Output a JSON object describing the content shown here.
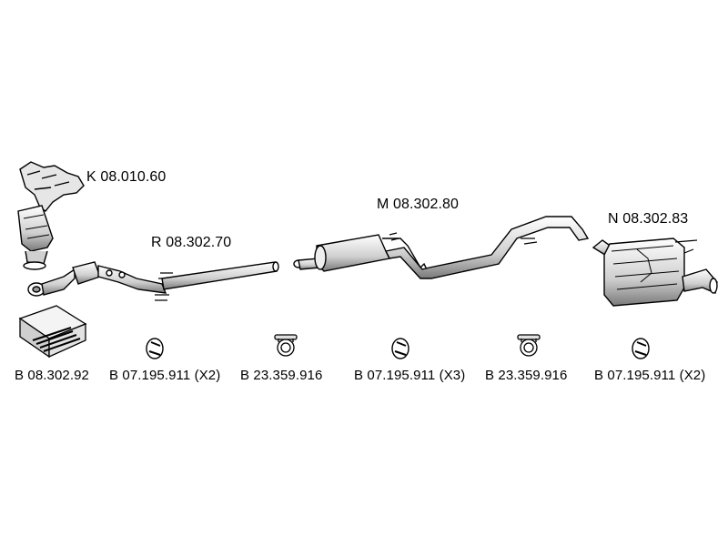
{
  "parts": {
    "manifold_catalyst": {
      "code": "K 08.010.60"
    },
    "front_pipe": {
      "code": "R 08.302.70"
    },
    "middle_silencer": {
      "code": "M 08.302.80"
    },
    "rear_silencer": {
      "code": "N 08.302.83"
    }
  },
  "fittings": [
    {
      "code": "B 08.302.92"
    },
    {
      "code": "B 07.195.911 (X2)"
    },
    {
      "code": "B 23.359.916"
    },
    {
      "code": "B 07.195.911 (X3)"
    },
    {
      "code": "B 23.359.916"
    },
    {
      "code": "B 07.195.911 (X2)"
    }
  ],
  "colors": {
    "line": "#000000",
    "shade": "#9a9a9a",
    "light": "#d8d8d8"
  }
}
